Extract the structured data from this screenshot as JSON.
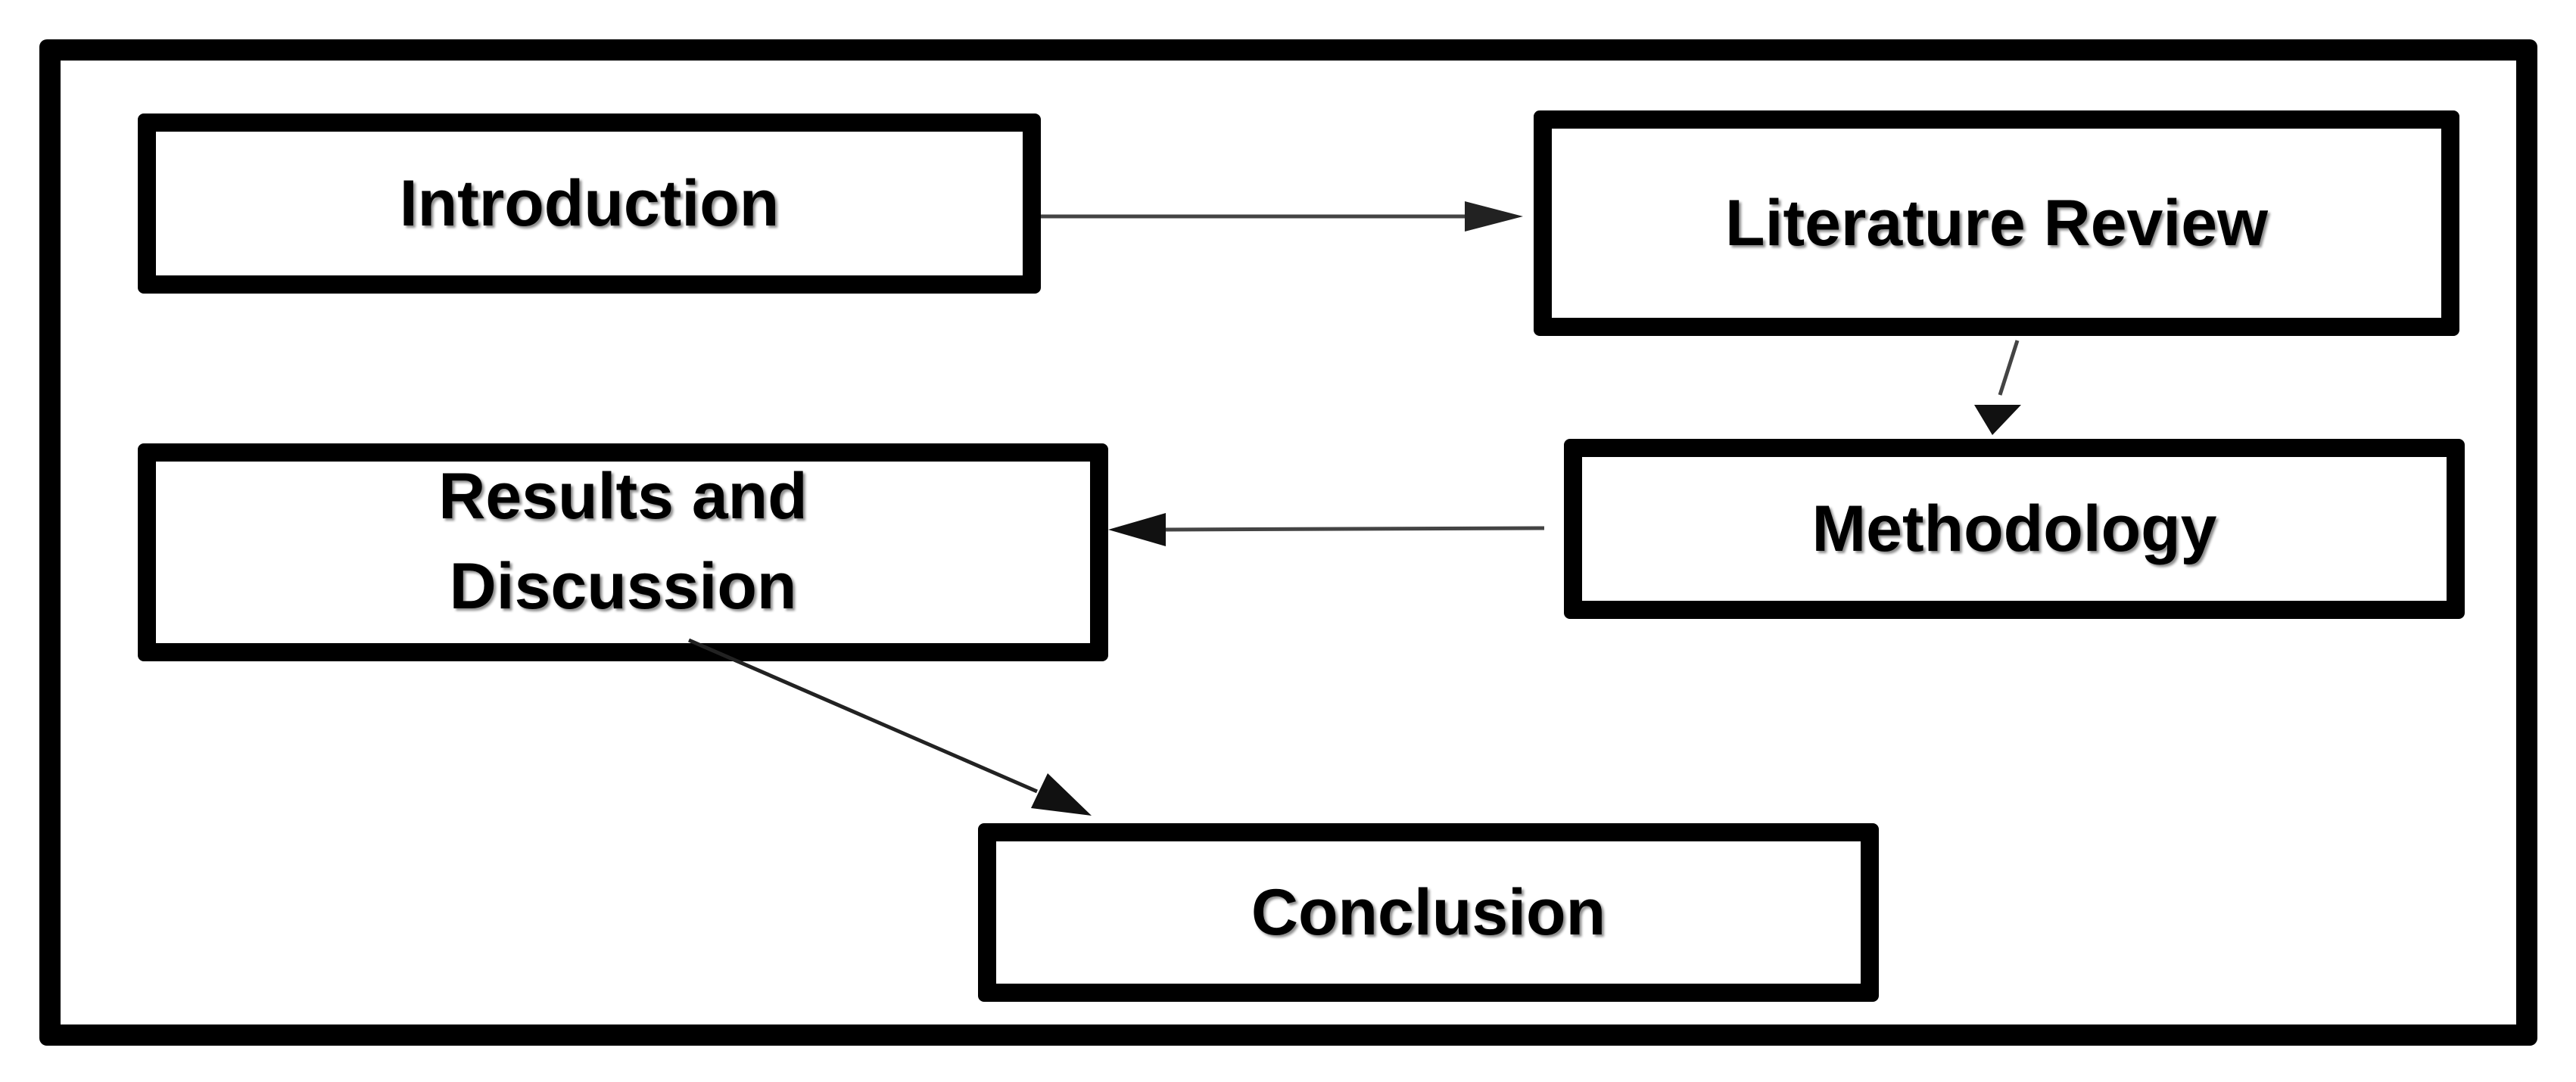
{
  "diagram": {
    "nodes": {
      "introduction": "Introduction",
      "literature_review": "Literature Review",
      "methodology": "Methodology",
      "results_discussion": "Results and\nDiscussion",
      "conclusion": "Conclusion"
    },
    "edges": [
      {
        "from": "introduction",
        "to": "literature_review"
      },
      {
        "from": "literature_review",
        "to": "methodology"
      },
      {
        "from": "methodology",
        "to": "results_discussion"
      },
      {
        "from": "results_discussion",
        "to": "conclusion"
      }
    ],
    "colors": {
      "stroke": "#000000",
      "background": "#ffffff",
      "text": "#000000"
    }
  }
}
